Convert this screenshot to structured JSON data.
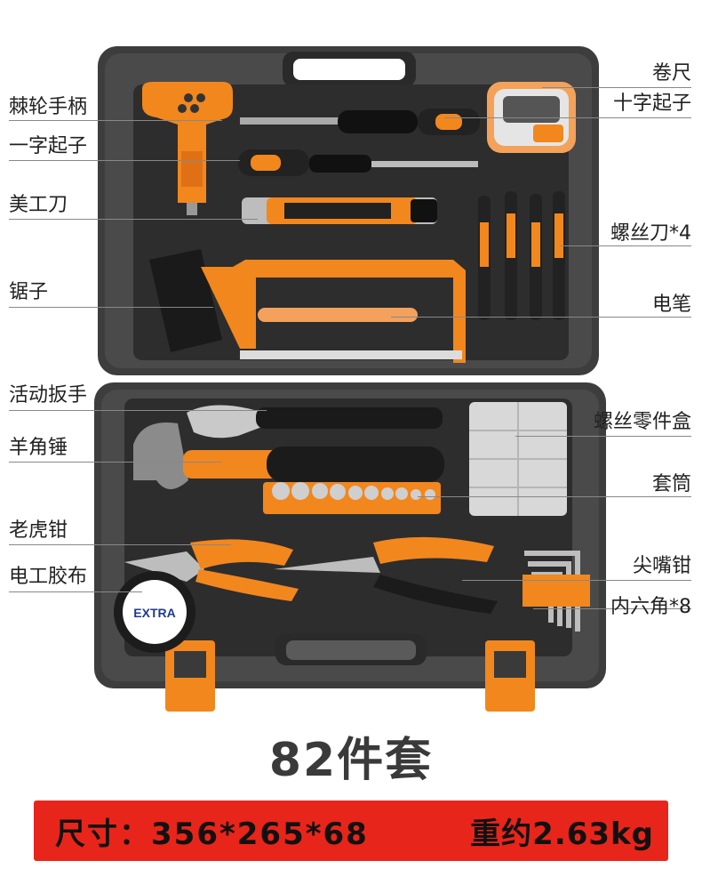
{
  "callouts_left": [
    {
      "id": "ratchet-handle",
      "text": "棘轮手柄"
    },
    {
      "id": "flat-screwdriver",
      "text": "一字起子"
    },
    {
      "id": "utility-knife",
      "text": "美工刀"
    },
    {
      "id": "saw",
      "text": "锯子"
    },
    {
      "id": "adjustable-wrench",
      "text": "活动扳手"
    },
    {
      "id": "claw-hammer",
      "text": "羊角锤"
    },
    {
      "id": "pliers",
      "text": "老虎钳"
    },
    {
      "id": "electrical-tape",
      "text": "电工胶布"
    }
  ],
  "callouts_right": [
    {
      "id": "tape-measure",
      "text": "卷尺"
    },
    {
      "id": "phillips-screwdriver",
      "text": "十字起子"
    },
    {
      "id": "precision-screwdrivers",
      "text": "螺丝刀*4"
    },
    {
      "id": "test-pen",
      "text": "电笔"
    },
    {
      "id": "screw-parts-box",
      "text": "螺丝零件盒"
    },
    {
      "id": "sockets",
      "text": "套筒"
    },
    {
      "id": "needle-nose-pliers",
      "text": "尖嘴钳"
    },
    {
      "id": "hex-keys",
      "text": "内六角*8"
    }
  ],
  "tape_brand": "EXTRA",
  "headline": "82件套",
  "spec": {
    "dimensions": "尺寸：356*265*68",
    "weight": "重约2.63kg"
  },
  "colors": {
    "case": "#4a4a4a",
    "case_dark": "#2b2b2b",
    "accent": "#f2871e",
    "bar": "#e8251a"
  }
}
